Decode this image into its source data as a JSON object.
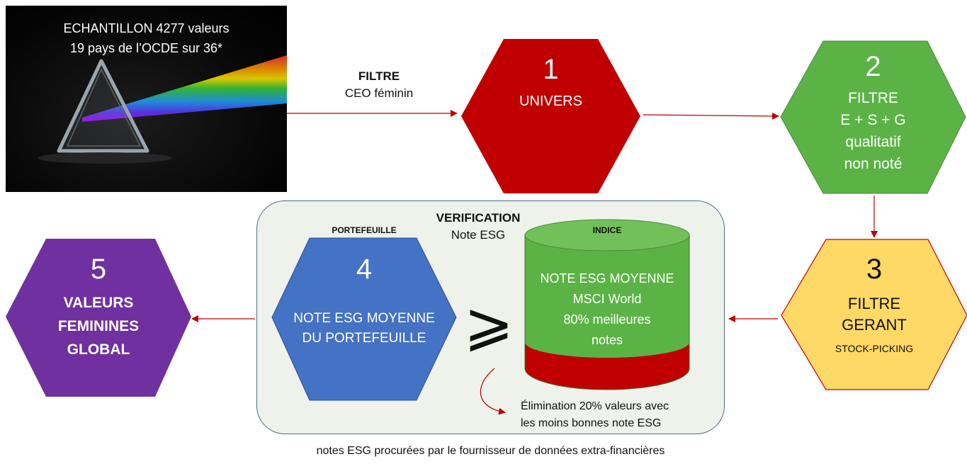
{
  "sample": {
    "line1": "ECHANTILLON 4277 valeurs",
    "line2": "19 pays de l’OCDE sur 36*"
  },
  "filter_ceo": {
    "title": "FILTRE",
    "subtitle": "CEO féminin"
  },
  "step1": {
    "number": "1",
    "label": "UNIVERS",
    "color": "#c00000"
  },
  "step2": {
    "number": "2",
    "lines": [
      "FILTRE",
      "E + S + G",
      "qualitatif",
      "non noté"
    ],
    "color": "#5bb346"
  },
  "step3": {
    "number": "3",
    "lines": [
      "FILTRE",
      "GERANT"
    ],
    "sub": "STOCK-PICKING",
    "color": "#ffd966"
  },
  "step4": {
    "header": "PORTEFEUILLE",
    "number": "4",
    "lines": [
      "NOTE ESG MOYENNE",
      "DU PORTEFEUILLE"
    ],
    "color": "#4472c4"
  },
  "step5": {
    "number": "5",
    "lines": [
      "VALEURS",
      "FEMININES",
      "GLOBAL"
    ],
    "color": "#7030a0"
  },
  "verification": {
    "title": "VERIFICATION",
    "subtitle": "Note ESG"
  },
  "comparison_symbol": "⩾",
  "index": {
    "header": "INDICE",
    "lines": [
      "NOTE ESG MOYENNE",
      "MSCI World",
      "80% meilleures",
      "notes"
    ]
  },
  "elimination": {
    "line1": "Élimination 20% valeurs avec",
    "line2": "les moins bonnes note ESG"
  },
  "footnote": "notes ESG procurées par le fournisseur de données extra-financières"
}
